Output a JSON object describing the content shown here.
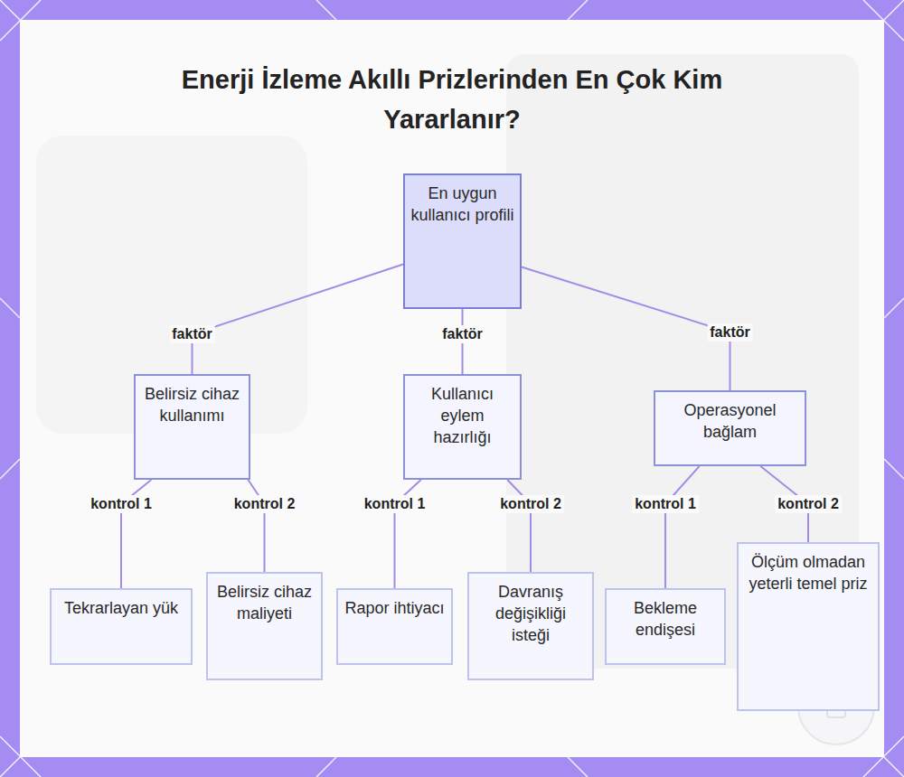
{
  "diagram": {
    "title": "Enerji İzleme Akıllı Prizlerinden En Çok Kim Yararlanır?",
    "nodes": [
      {
        "text": [
          "En uygun kullanıcı profili"
        ]
      },
      {
        "text": [
          "Belirsiz cihaz kullanımı"
        ]
      },
      {
        "text": [
          "Kullanıcı eylem hazırlığı"
        ]
      },
      {
        "text": [
          "Operasyonel bağlam"
        ]
      },
      {
        "text": [
          "Tekrarlayan yük"
        ]
      },
      {
        "text": [
          "Belirsiz cihaz maliyeti"
        ]
      },
      {
        "text": [
          "Rapor ihtiyacı"
        ]
      },
      {
        "text": [
          "Davranış değişikliği isteği"
        ]
      },
      {
        "text": [
          "Bekleme endişesi"
        ]
      },
      {
        "text": [
          "Ölçüm olmadan yeterli temel priz"
        ]
      }
    ],
    "edges": [
      {
        "from": 0,
        "to": 1,
        "label": "faktör",
        "arrow": "none"
      },
      {
        "from": 0,
        "to": 2,
        "label": "faktör",
        "arrow": "none"
      },
      {
        "from": 0,
        "to": 3,
        "label": "faktör",
        "arrow": "none"
      },
      {
        "from": 1,
        "to": 4,
        "label": "kontrol 1",
        "arrow": "none"
      },
      {
        "from": 1,
        "to": 5,
        "label": "kontrol 2",
        "arrow": "none"
      },
      {
        "from": 2,
        "to": 6,
        "label": "kontrol 1",
        "arrow": "none"
      },
      {
        "from": 2,
        "to": 7,
        "label": "kontrol 2",
        "arrow": "none"
      },
      {
        "from": 3,
        "to": 8,
        "label": "kontrol 1",
        "arrow": "none"
      },
      {
        "from": 3,
        "to": 9,
        "label": "kontrol 2",
        "arrow": "none"
      }
    ]
  }
}
